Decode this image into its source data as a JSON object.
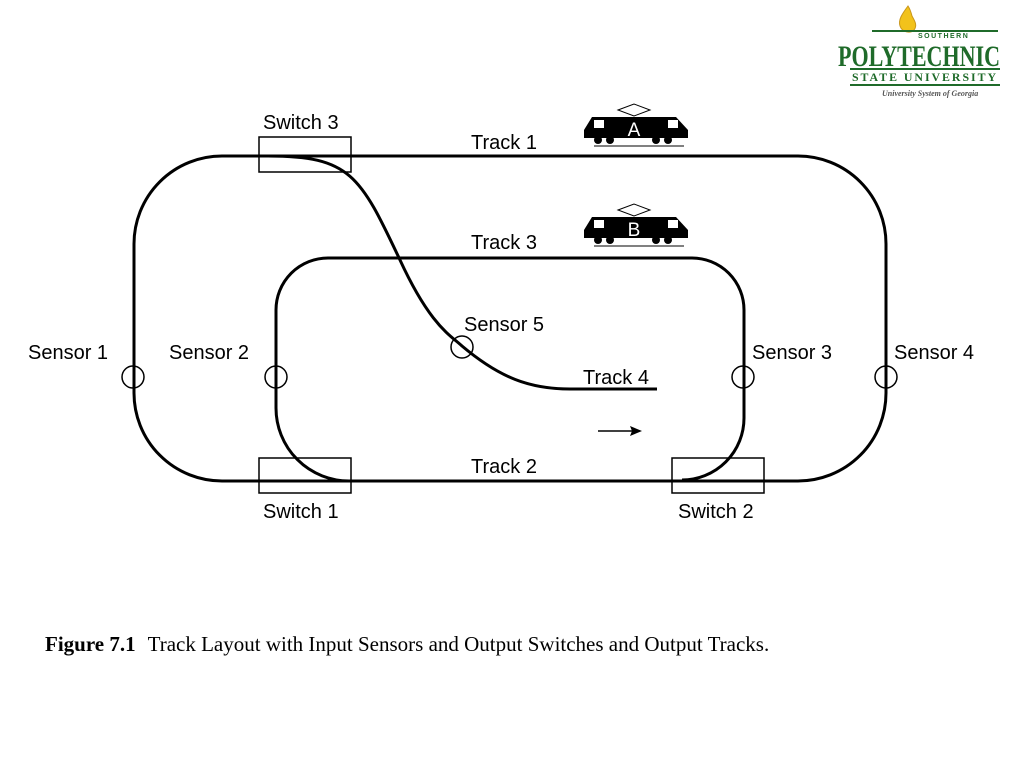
{
  "logo": {
    "top_text": "SOUTHERN",
    "main_text": "POLYTECHNIC",
    "sub_text": "STATE UNIVERSITY",
    "tagline": "University System of Georgia",
    "color": "#1f6b2a",
    "flame_color": "#f2c21b",
    "icon": "torch-flame-icon"
  },
  "labels": {
    "track1": "Track 1",
    "track2": "Track 2",
    "track3": "Track 3",
    "track4": "Track 4",
    "switch1": "Switch 1",
    "switch2": "Switch 2",
    "switch3": "Switch 3",
    "sensor1": "Sensor 1",
    "sensor2": "Sensor 2",
    "sensor3": "Sensor 3",
    "sensor4": "Sensor 4",
    "sensor5": "Sensor 5"
  },
  "trains": {
    "a": "A",
    "b": "B"
  },
  "caption": {
    "figure_number": "Figure 7.1",
    "text": "Track Layout with Input Sensors and Output Switches and Output Tracks."
  }
}
